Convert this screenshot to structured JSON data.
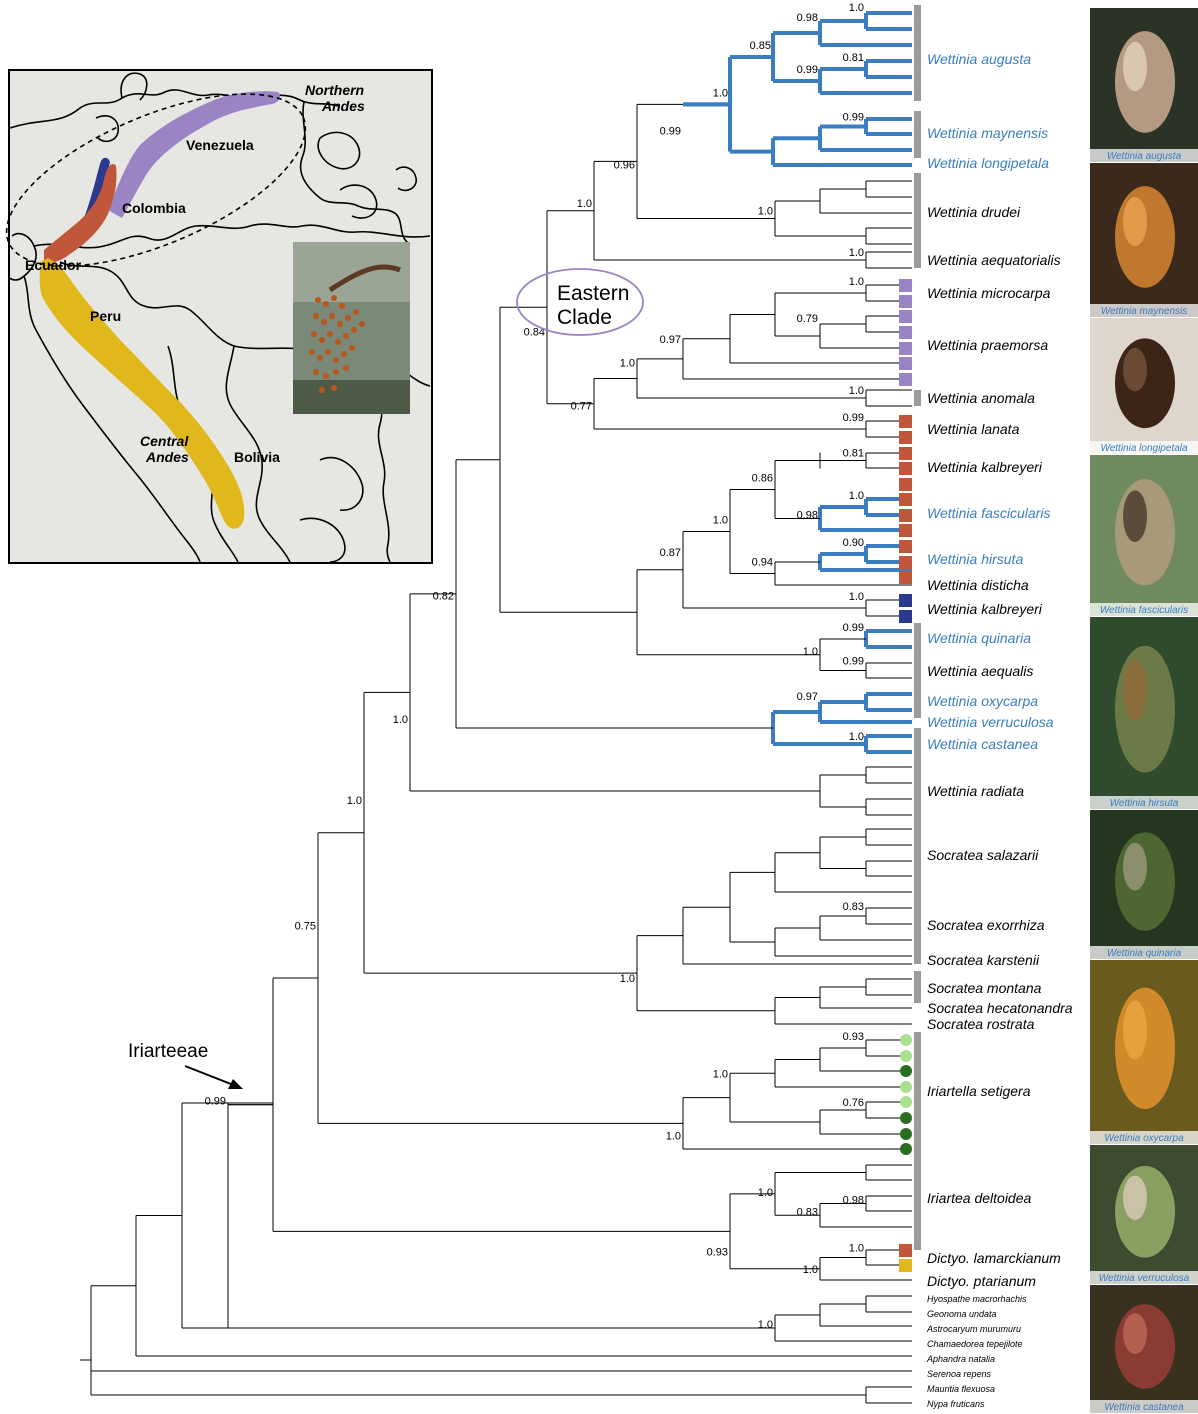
{
  "clade_label": "Eastern Clade",
  "clade_label_lines": [
    "Eastern",
    "Clade"
  ],
  "tribe_label": "Iriarteeae",
  "colors": {
    "blue_branch": "#3a7dc0",
    "gray_bar": "#9b9b9b",
    "purple": "#9b84c4",
    "rust": "#c0563a",
    "navy": "#2a3a8e",
    "yellow": "#e0b81c",
    "light_green": "#a8df90",
    "dark_green": "#2a6e22"
  },
  "taxa": [
    {
      "label": "Wettinia augusta",
      "blue": true,
      "small": false
    },
    {
      "label": "Wettinia maynensis",
      "blue": true,
      "small": false
    },
    {
      "label": "Wettinia longipetala",
      "blue": true,
      "small": false
    },
    {
      "label": "Wettinia drudei",
      "blue": false,
      "small": false
    },
    {
      "label": "Wettinia aequatorialis",
      "blue": false,
      "small": false
    },
    {
      "label": "Wettinia microcarpa",
      "blue": false,
      "small": false
    },
    {
      "label": "Wettinia praemorsa",
      "blue": false,
      "small": false
    },
    {
      "label": "Wettinia anomala",
      "blue": false,
      "small": false
    },
    {
      "label": "Wettinia lanata",
      "blue": false,
      "small": false
    },
    {
      "label": "Wettinia kalbreyeri",
      "blue": false,
      "small": false
    },
    {
      "label": "Wettinia fascicularis",
      "blue": true,
      "small": false
    },
    {
      "label": "Wettinia hirsuta",
      "blue": true,
      "small": false
    },
    {
      "label": "Wettinia disticha",
      "blue": false,
      "small": false
    },
    {
      "label": "Wettinia kalbreyeri",
      "blue": false,
      "small": false
    },
    {
      "label": "Wettinia quinaria",
      "blue": true,
      "small": false
    },
    {
      "label": "Wettinia aequalis",
      "blue": false,
      "small": false
    },
    {
      "label": "Wettinia oxycarpa",
      "blue": true,
      "small": false
    },
    {
      "label": "Wettinia verruculosa",
      "blue": true,
      "small": false
    },
    {
      "label": "Wettinia castanea",
      "blue": true,
      "small": false
    },
    {
      "label": "Wettinia radiata",
      "blue": false,
      "small": false
    },
    {
      "label": "Socratea salazarii",
      "blue": false,
      "small": false
    },
    {
      "label": "Socratea exorrhiza",
      "blue": false,
      "small": false
    },
    {
      "label": "Socratea karstenii",
      "blue": false,
      "small": false
    },
    {
      "label": "Socratea montana",
      "blue": false,
      "small": false
    },
    {
      "label": "Socratea hecatonandra",
      "blue": false,
      "small": false
    },
    {
      "label": "Socratea rostrata",
      "blue": false,
      "small": false
    },
    {
      "label": "Iriartella setigera",
      "blue": false,
      "small": false
    },
    {
      "label": "Iriartea deltoidea",
      "blue": false,
      "small": false
    },
    {
      "label": "Dictyo. lamarckianum",
      "blue": false,
      "small": false
    },
    {
      "label": "Dictyo. ptarianum",
      "blue": false,
      "small": false
    },
    {
      "label": "Hyospathe macrorhachis",
      "blue": false,
      "small": true
    },
    {
      "label": "Geonoma undata",
      "blue": false,
      "small": true
    },
    {
      "label": "Astrocaryum murumuru",
      "blue": false,
      "small": true
    },
    {
      "label": "Chamaedorea tepejilote",
      "blue": false,
      "small": true
    },
    {
      "label": "Aphandra natalia",
      "blue": false,
      "small": true
    },
    {
      "label": "Serenoa repens",
      "blue": false,
      "small": true
    },
    {
      "label": "Mauritia flexuosa",
      "blue": false,
      "small": true
    },
    {
      "label": "Nypa fruticans",
      "blue": false,
      "small": true
    }
  ],
  "support_values": [
    "1.0",
    "0.98",
    "0.81",
    "0.99",
    "0.85",
    "0.99",
    "1.0",
    "1.0",
    "0.99",
    "1.0",
    "0.96",
    "1.0",
    "0.79",
    "0.97",
    "1.0",
    "1.0",
    "0.99",
    "1.0",
    "0.77",
    "0.81",
    "1.0",
    "0.86",
    "0.98",
    "0.90",
    "0.94",
    "1.0",
    "1.0",
    "0.87",
    "0.99",
    "0.99",
    "1.0",
    "0.84",
    "0.97",
    "1.0",
    "0.82",
    "0.83",
    "1.0",
    "1.0",
    "0.93",
    "0.76",
    "1.0",
    "1.0",
    "1.0",
    "0.98",
    "0.83",
    "1.0",
    "1.0",
    "1.0",
    "0.93",
    "0.75",
    "1.0",
    "0.99"
  ],
  "map": {
    "labels": [
      "Northern",
      "Andes",
      "Venezuela",
      "Colombia",
      "Ecuador",
      "Peru",
      "Central",
      "Andes",
      "Bolivia"
    ]
  },
  "photos": [
    "Wettinia augusta",
    "Wettinia maynensis",
    "Wettinia longipetala",
    "Wettinia fascicularis",
    "Wettinia hirsuta",
    "Wettinia quinaria",
    "Wettinia oxycarpa",
    "Wettinia verruculosa",
    "Wettinia castanea"
  ]
}
